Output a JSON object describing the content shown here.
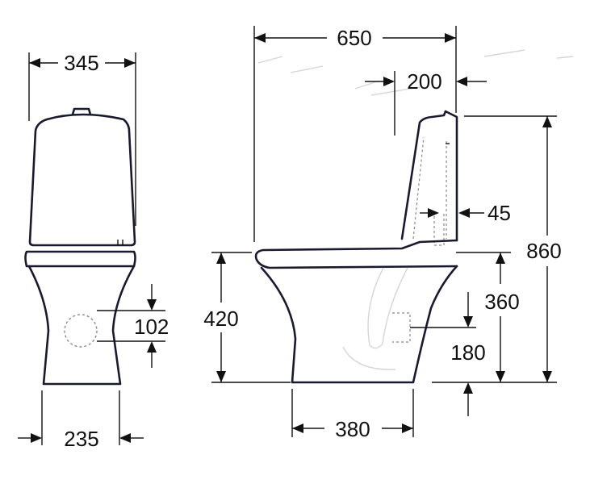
{
  "dimensions": {
    "front_width": "345",
    "front_base_width": "235",
    "outlet_diameter": "102",
    "total_depth": "650",
    "tank_depth": "200",
    "inlet_offset": "45",
    "total_height": "860",
    "seat_height": "420",
    "outlet_height": "360",
    "outlet_center": "180",
    "base_depth": "380"
  }
}
